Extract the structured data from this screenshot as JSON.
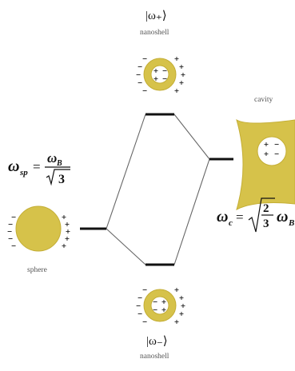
{
  "labels": {
    "omega_plus_ket": "|ω₊⟩",
    "omega_minus_ket": "|ω₋⟩",
    "nanoshell_top": "nanoshell",
    "nanoshell_bottom": "nanoshell",
    "cavity": "cavity",
    "sphere": "sphere"
  },
  "equations": {
    "omega_sp": "ω_sp = ω_B / √3",
    "omega_c": "ω_c = √(2/3) ω_B"
  },
  "colors": {
    "gold": "#d6c24a",
    "gold_stroke": "#c4ae35",
    "line": "#111111",
    "connector": "#666666",
    "charge": "#222222"
  }
}
